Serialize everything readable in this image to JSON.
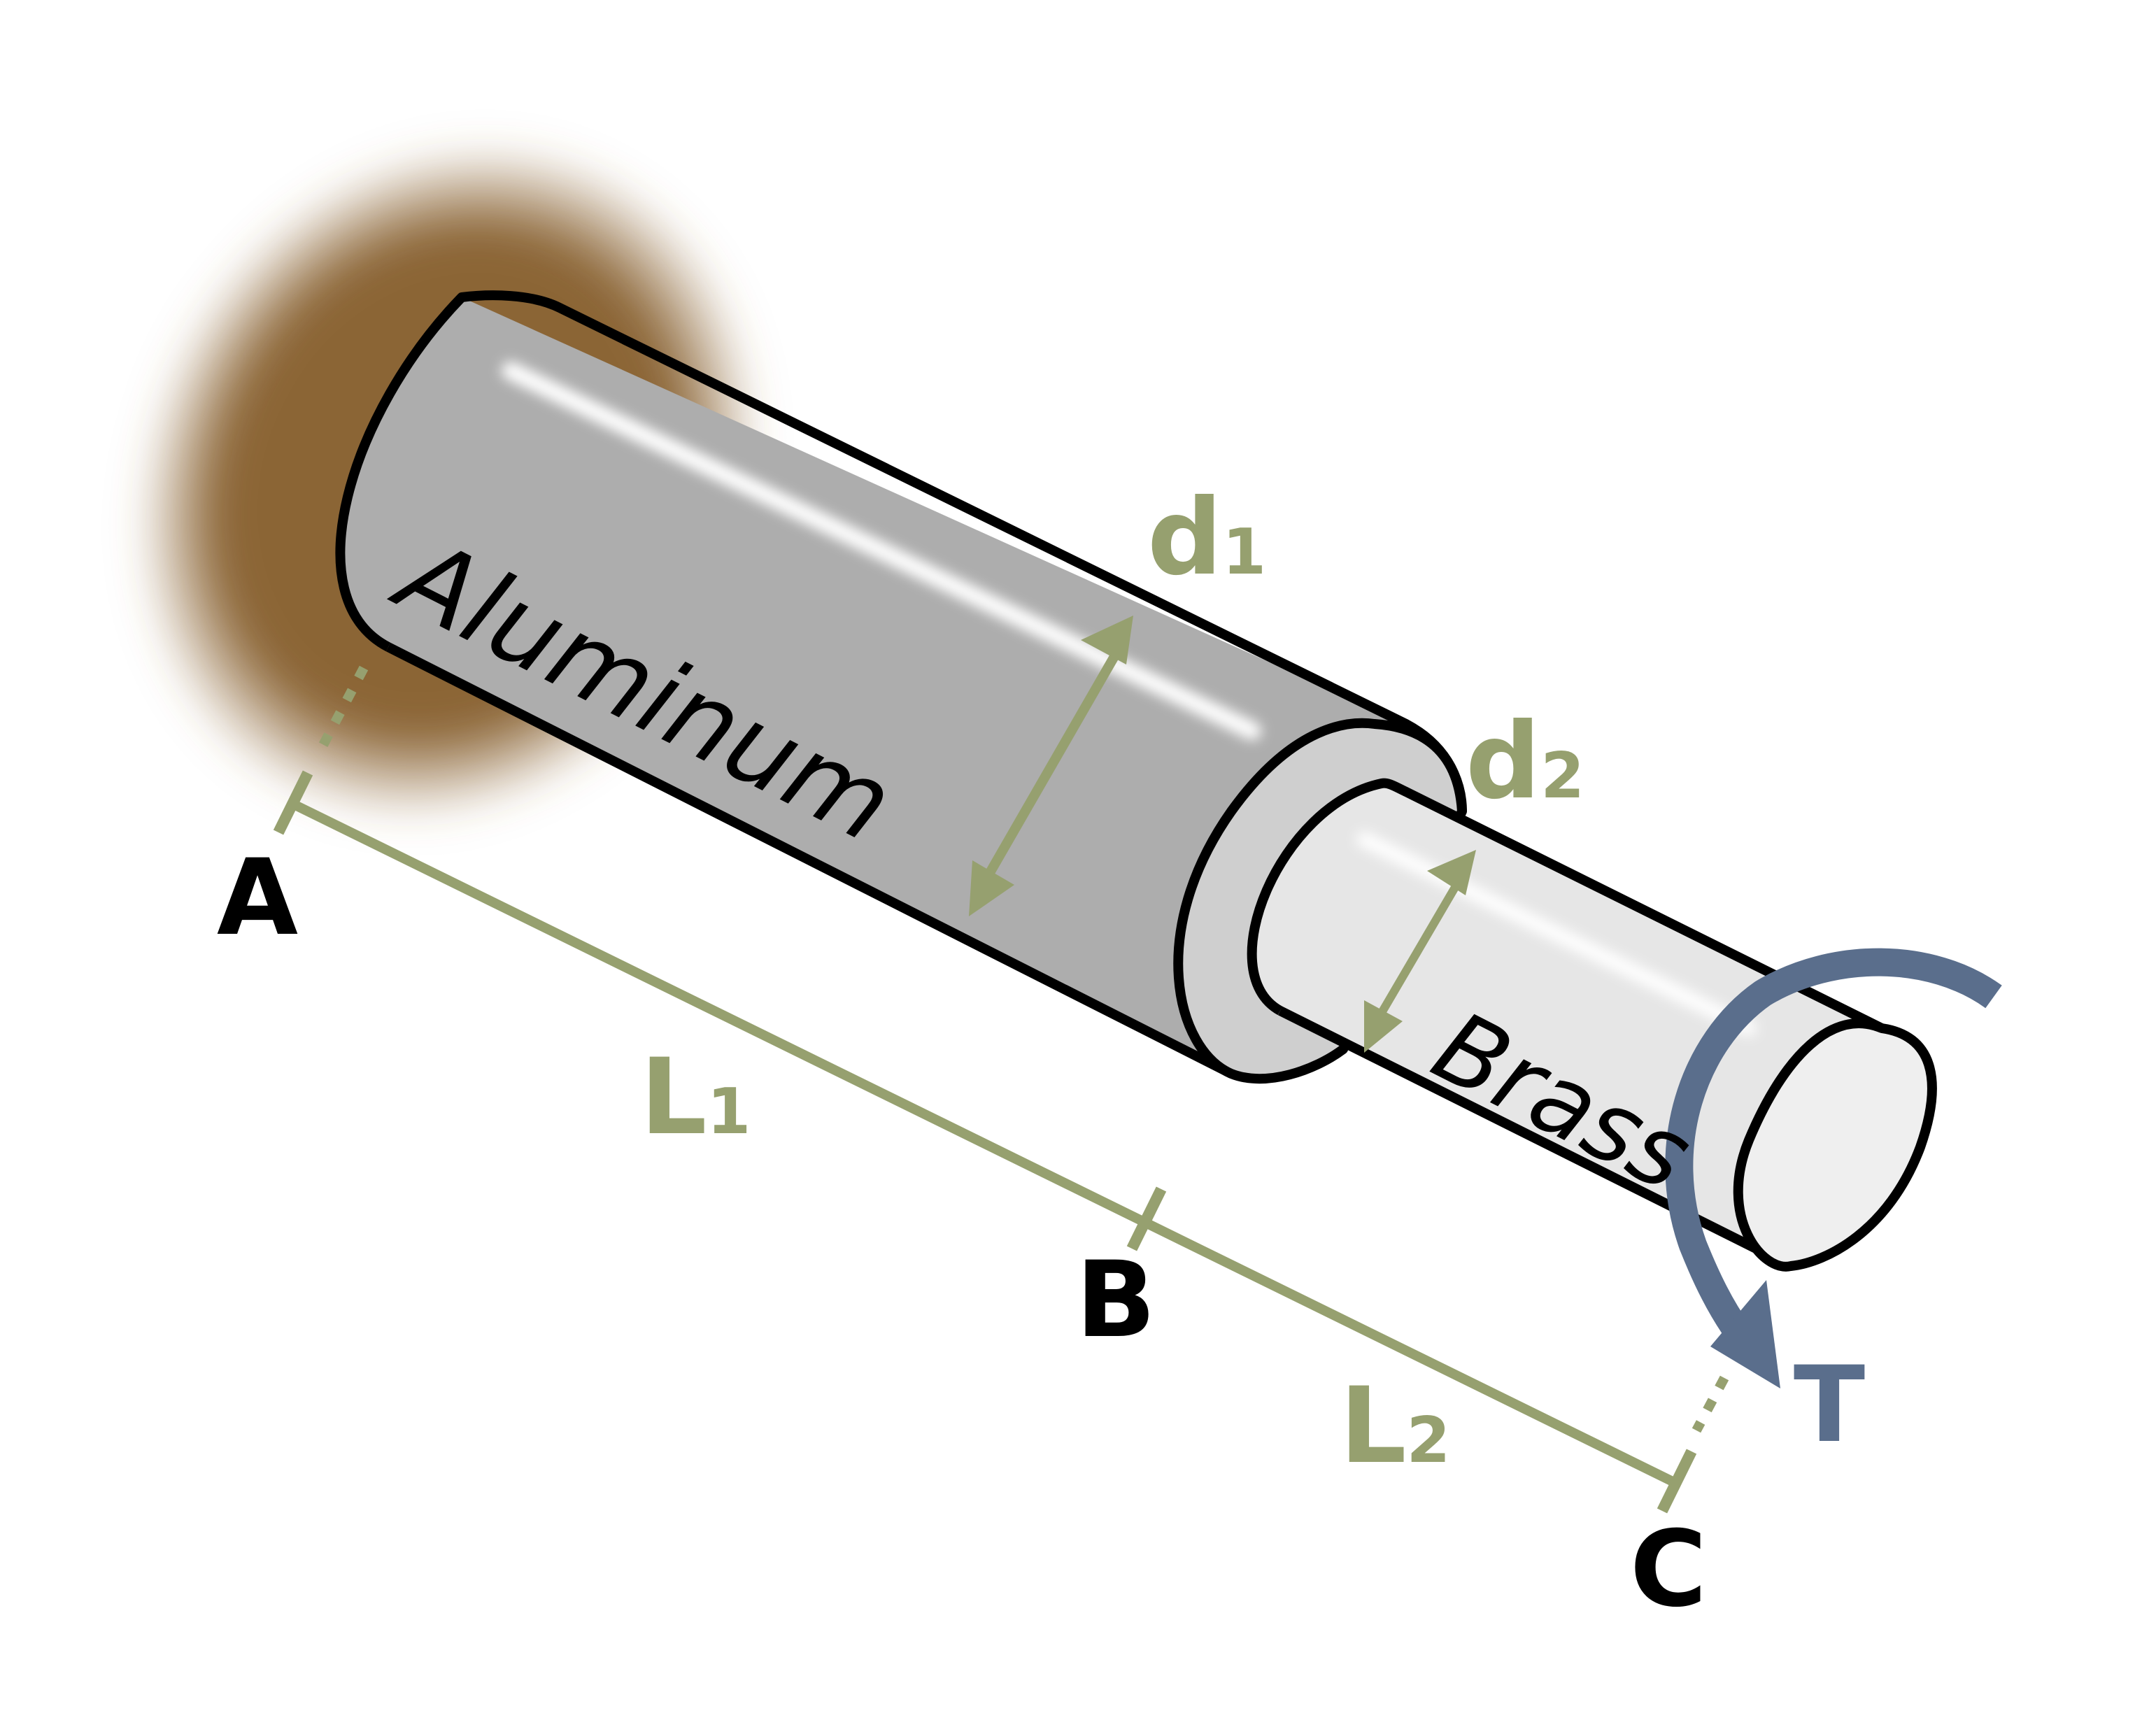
{
  "diagram": {
    "materials": {
      "shaft_ab": "Aluminum",
      "shaft_bc": "Brass"
    },
    "points": {
      "a": "A",
      "b": "B",
      "c": "C"
    },
    "dimensions": {
      "d1": {
        "main": "d",
        "sub": "1"
      },
      "d2": {
        "main": "d",
        "sub": "2"
      },
      "l1": {
        "main": "L",
        "sub": "1"
      },
      "l2": {
        "main": "L",
        "sub": "2"
      }
    },
    "torque": "T",
    "colors": {
      "wall": "#8b6536",
      "aluminum": "#adadad",
      "aluminum_end": "#cfcfcf",
      "brass": "#e6e6e6",
      "brass_end": "#efefef",
      "dimension": "#96a06f",
      "torque": "#5a6e8c",
      "outline": "#000000"
    }
  }
}
